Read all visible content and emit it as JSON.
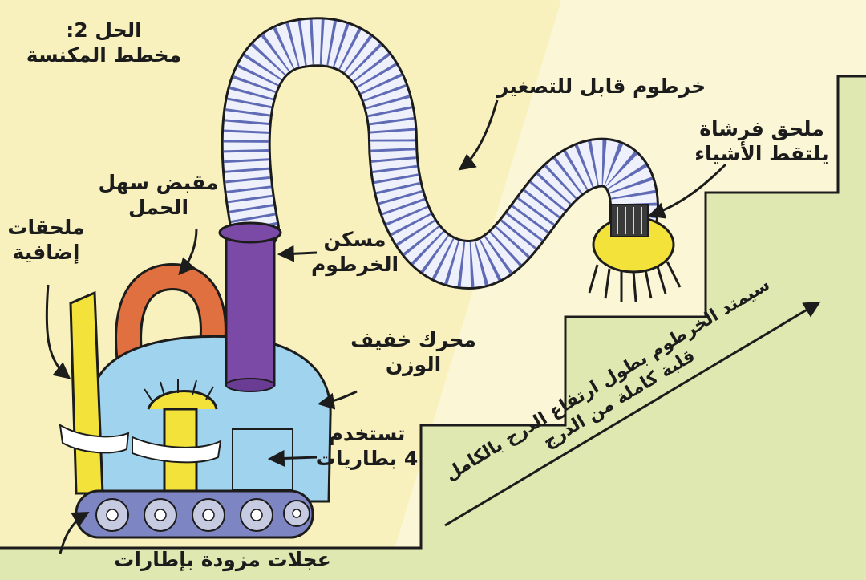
{
  "title": {
    "line1": "الحل 2:",
    "line2": "مخطط المكنسة"
  },
  "labels": {
    "flexible_hose": "خرطوم قابل للتصغير",
    "brush_attachment": {
      "line1": "ملحق فرشاة",
      "line2": "يلتقط الأشياء"
    },
    "carry_handle": {
      "line1": "مقبض سهل",
      "line2": "الحمل"
    },
    "extra_attachments": {
      "line1": "ملحقات",
      "line2": "إضافية"
    },
    "hose_holder": {
      "line1": "مسكن",
      "line2": "الخرطوم"
    },
    "light_motor": {
      "line1": "محرك خفيف",
      "line2": "الوزن"
    },
    "batteries": {
      "line1": "تستخدم",
      "line2": "4 بطاريات"
    },
    "wheels": "عجلات مزودة بإطارات",
    "stairs_note": {
      "line1": "سيمتد الخرطوم بطول ارتفاع الدرج بالكامل",
      "line2": "قلبة كاملة من الدرج"
    }
  },
  "colors": {
    "paper": "#fbf6d6",
    "stair_green": "#dfe8b0",
    "body_blue": "#9fd3ee",
    "tube_purple": "#7b4aa6",
    "handle_orange": "#e0703f",
    "accessory_yellow": "#f2e23a",
    "hose_white": "#eef0fb",
    "hose_blue": "#4653a8",
    "wheel_gray": "#c7cbe2",
    "ink": "#1c1c1c"
  }
}
